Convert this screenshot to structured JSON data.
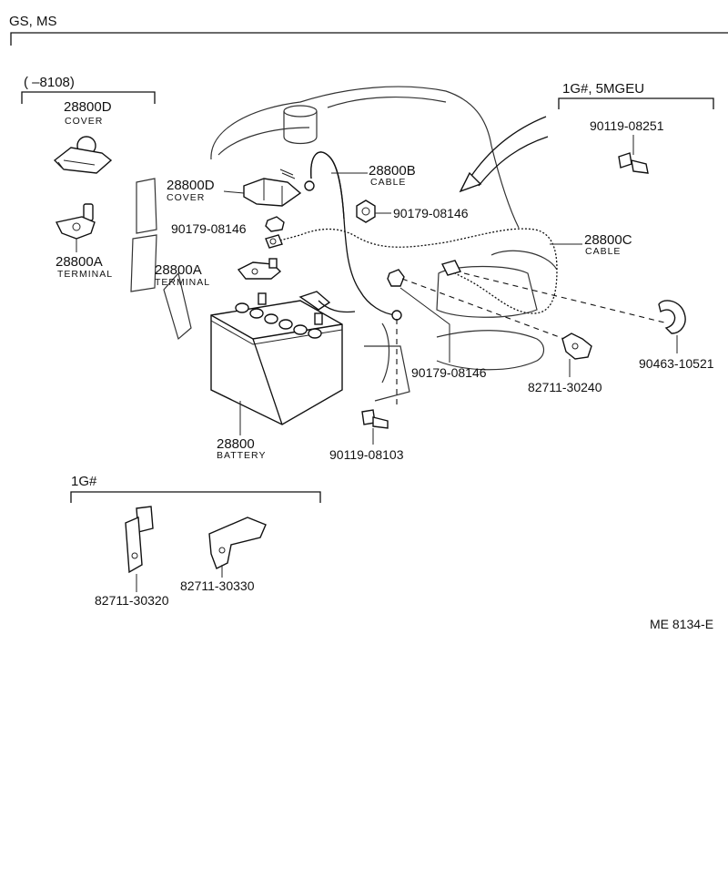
{
  "header": {
    "title": "GS, MS"
  },
  "groups": {
    "early": {
      "label": "(      –8108)"
    },
    "variant_1g_5mgeu": {
      "label": "1G#, 5MGEU"
    },
    "variant_1g": {
      "label": "1G#"
    }
  },
  "parts": {
    "cover_early": {
      "number": "28800D",
      "name": "COVER"
    },
    "terminal_early": {
      "number": "28800A",
      "name": "TERMINAL"
    },
    "cover": {
      "number": "28800D",
      "name": "COVER"
    },
    "nut_cover": {
      "number": "90179-08146"
    },
    "terminal": {
      "number": "28800A",
      "name": "TERMINAL"
    },
    "cable_b": {
      "number": "28800B",
      "name": "CABLE"
    },
    "nut_upper": {
      "number": "90179-08146"
    },
    "cable_c": {
      "number": "28800C",
      "name": "CABLE"
    },
    "bolt_upper": {
      "number": "90119-08251"
    },
    "clip": {
      "number": "90463-10521"
    },
    "nut_lower": {
      "number": "90179-08146"
    },
    "bracket_main": {
      "number": "82711-30240"
    },
    "bolt_lower": {
      "number": "90119-08103"
    },
    "battery": {
      "number": "28800",
      "name": "BATTERY"
    },
    "bracket_1g_a": {
      "number": "82711-30320"
    },
    "bracket_1g_b": {
      "number": "82711-30330"
    }
  },
  "footer": {
    "code": "ME  8134-E"
  },
  "colors": {
    "ink": "#111111",
    "paper": "#ffffff"
  }
}
